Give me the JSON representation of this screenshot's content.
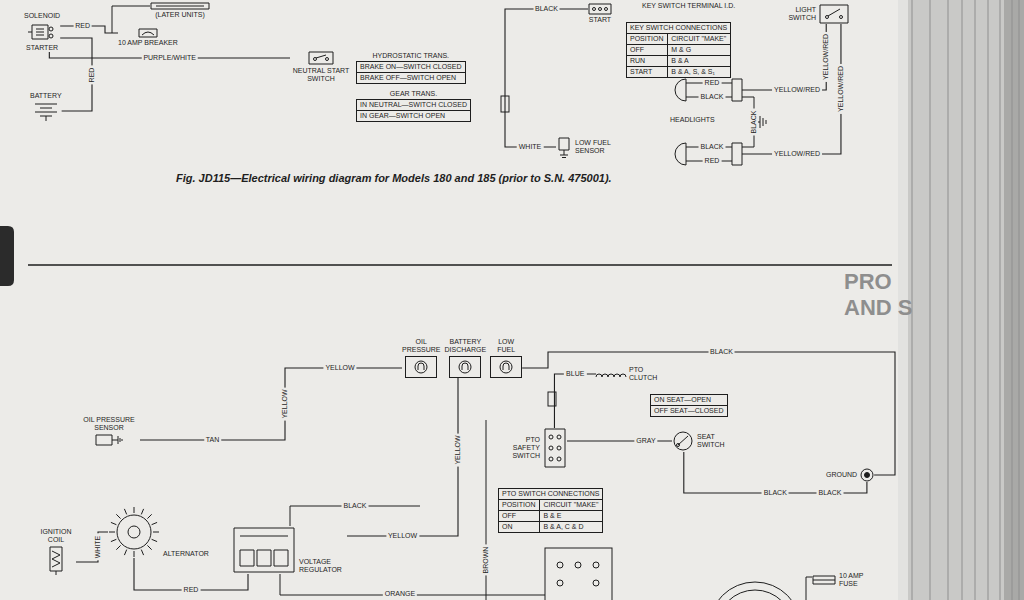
{
  "diagram": {
    "caption": "Fig. JD115—Electrical wiring diagram for Models 180 and 185 (prior to S.N. 475001).",
    "nodes": [
      {
        "text": [
          "SOLENOID",
          "STARTER"
        ]
      },
      {
        "text": [
          "(LATER UNITS)"
        ]
      },
      {
        "text": [
          "10 AMP BREAKER"
        ]
      },
      {
        "text": [
          "BATTERY"
        ]
      },
      {
        "text": [
          "NEUTRAL START SWITCH"
        ]
      },
      {
        "text": [
          "HYDROSTATIC TRANS.",
          "BRAKE ON—SWITCH CLOSED",
          "BRAKE OFF—SWITCH OPEN"
        ]
      },
      {
        "text": [
          "GEAR TRANS.",
          "IN NEUTRAL—SWITCH CLOSED",
          "IN GEAR—SWITCH OPEN"
        ]
      },
      {
        "text": [
          "START"
        ]
      },
      {
        "text": [
          "KEY SWITCH CONNECTIONS",
          "POSITION",
          "CIRCUIT \"MAKE\"",
          "OFF",
          "M & G",
          "RUN",
          "B & A",
          "START",
          "B & A, S, & S₁"
        ]
      },
      {
        "text": [
          "LIGHT SWITCH"
        ]
      },
      {
        "text": [
          "LOW FUEL SENSOR"
        ]
      },
      {
        "text": [
          "HEADLIGHTS"
        ]
      },
      {
        "text": [
          "OIL PRESSURE",
          "BATTERY DISCHARGE",
          "LOW FUEL"
        ]
      },
      {
        "text": [
          "OIL PRESSURE SENSOR"
        ]
      },
      {
        "text": [
          "PTO CLUTCH"
        ]
      },
      {
        "text": [
          "ON SEAT—OPEN",
          "OFF SEAT—CLOSED"
        ]
      },
      {
        "text": [
          "SEAT SWITCH"
        ]
      },
      {
        "text": [
          "PTO SAFETY SWITCH"
        ]
      },
      {
        "text": [
          "GROUND"
        ]
      },
      {
        "text": [
          "PTO SWITCH CONNECTIONS",
          "POSITION",
          "CIRCUIT \"MAKE\"",
          "OFF",
          "B & E",
          "ON",
          "B & A, C & D"
        ]
      },
      {
        "text": [
          "IGNITION COIL"
        ]
      },
      {
        "text": [
          "ALTERNATOR"
        ]
      },
      {
        "text": [
          "VOLTAGE REGULATOR"
        ]
      },
      {
        "text": [
          "10 AMP FUSE"
        ]
      }
    ],
    "edges": [
      {
        "from": 0,
        "to": 2,
        "arrow": "none",
        "label": "RED"
      },
      {
        "from": 0,
        "to": 3,
        "arrow": "none",
        "label": "RED"
      },
      {
        "from": 0,
        "to": 4,
        "arrow": "none",
        "label": "PURPLE/WHITE"
      },
      {
        "from": 7,
        "to": 10,
        "arrow": "none",
        "label": "BLACK"
      },
      {
        "from": 9,
        "to": 11,
        "arrow": "none",
        "label": "YELLOW/RED"
      },
      {
        "from": 9,
        "to": 11,
        "arrow": "none",
        "label": "YELLOW/RED"
      },
      {
        "from": 13,
        "to": 12,
        "arrow": "none",
        "label": "TAN"
      },
      {
        "from": 12,
        "to": 18,
        "arrow": "none",
        "label": "BLACK"
      },
      {
        "from": 14,
        "to": 17,
        "arrow": "none",
        "label": "BLUE"
      },
      {
        "from": 16,
        "to": 17,
        "arrow": "none",
        "label": "GRAY"
      },
      {
        "from": 16,
        "to": 18,
        "arrow": "none",
        "label": "BLACK"
      },
      {
        "from": 20,
        "to": 21,
        "arrow": "none",
        "label": "WHITE"
      },
      {
        "from": 21,
        "to": 22,
        "arrow": "none",
        "label": "RED"
      },
      {
        "from": 22,
        "to": 12,
        "arrow": "none",
        "label": "YELLOW"
      }
    ],
    "labels": [
      "WHITE",
      "RED",
      "BLACK",
      "BLACK",
      "RED",
      "BLACK",
      "YELLOW/RED",
      "YELLOW/RED",
      "KEY SWITCH TERMINAL I.D.",
      "YELLOW",
      "YELLOW",
      "YELLOW",
      "BLACK",
      "BLACK",
      "ORANGE",
      "BROWN",
      "PRO",
      "AND S"
    ]
  }
}
